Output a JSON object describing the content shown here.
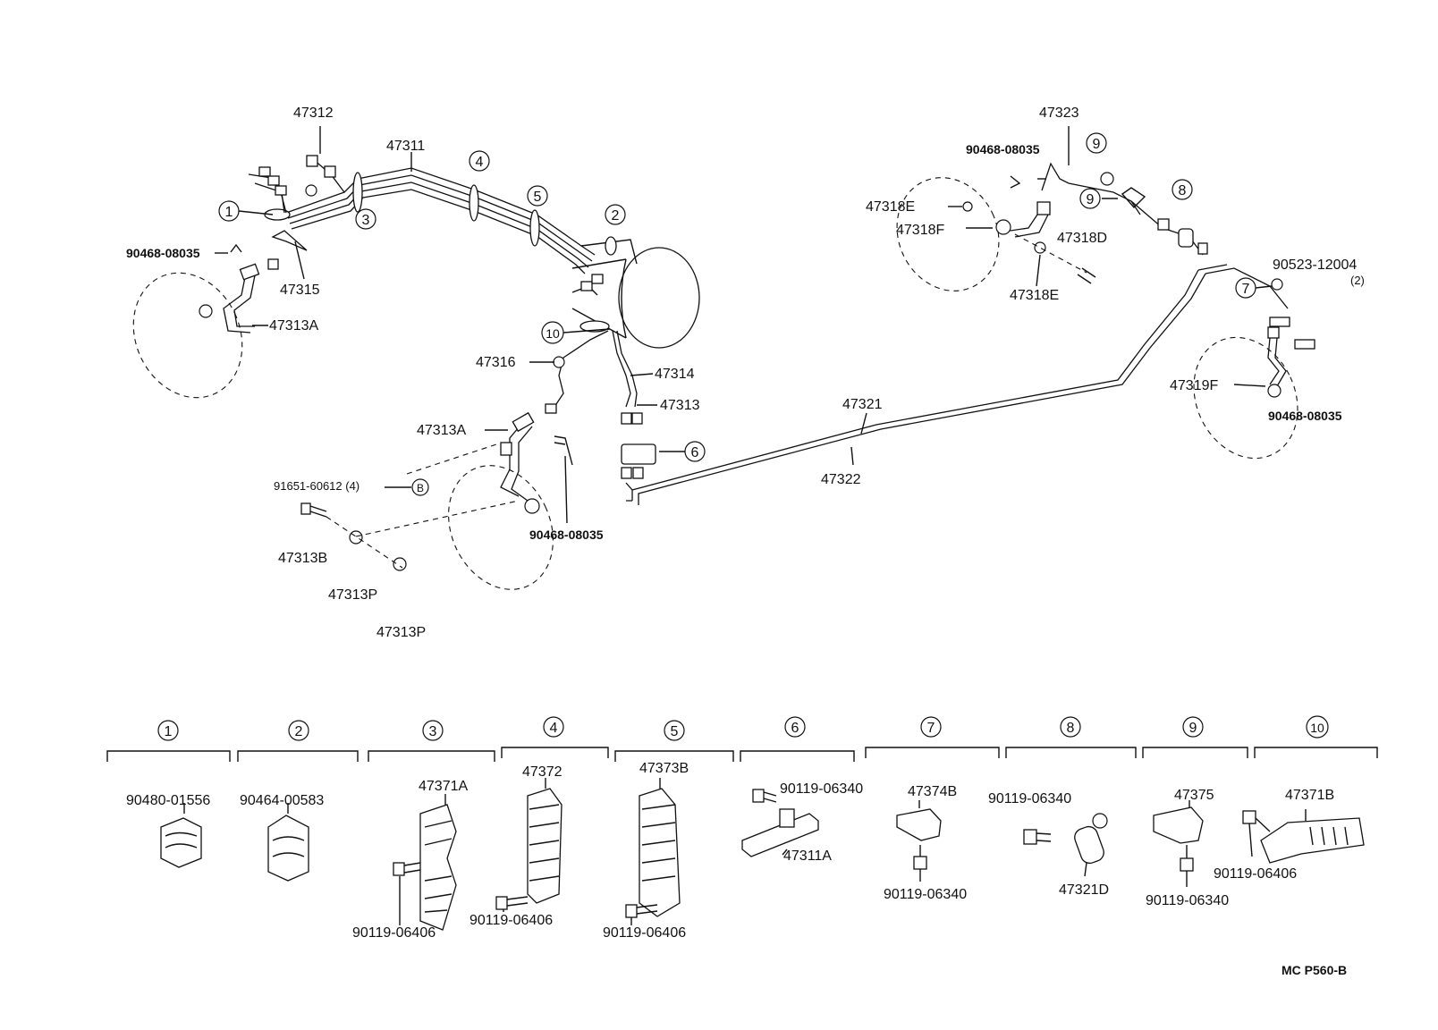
{
  "parts": {
    "p47312": "47312",
    "p47311": "47311",
    "p90468_08035_a": "90468-08035",
    "p47315": "47315",
    "p47313A_a": "47313A",
    "p47316": "47316",
    "p47314": "47314",
    "p47313": "47313",
    "p47313A_b": "47313A",
    "p91651": "91651-60612 (4)",
    "p47313B": "47313B",
    "p47313P_a": "47313P",
    "p47313P_b": "47313P",
    "p90468_08035_b": "90468-08035",
    "p47321": "47321",
    "p47322": "47322",
    "p47323": "47323",
    "p90468_08035_c": "90468-08035",
    "p47318E_a": "47318E",
    "p47318F": "47318F",
    "p47318D": "47318D",
    "p47318E_b": "47318E",
    "p90523": "90523-12004",
    "p90523_qty": "(2)",
    "p47319F": "47319F",
    "p90468_08035_d": "90468-08035"
  },
  "callouts": {
    "c1": "1",
    "c2": "2",
    "c3": "3",
    "c4": "4",
    "c5": "5",
    "c6": "6",
    "c7": "7",
    "c8": "8",
    "c9a": "9",
    "c9b": "9",
    "c10": "10",
    "cB": "B"
  },
  "detail": {
    "headers": [
      "1",
      "2",
      "3",
      "4",
      "5",
      "6",
      "7",
      "8",
      "9",
      "10"
    ],
    "d1": "90480-01556",
    "d2": "90464-00583",
    "d3a": "47371A",
    "d3b": "90119-06406",
    "d4a": "47372",
    "d4b": "90119-06406",
    "d5a": "47373B",
    "d5b": "90119-06406",
    "d6a": "90119-06340",
    "d6b": "47311A",
    "d7a": "47374B",
    "d7b": "90119-06340",
    "d8a": "90119-06340",
    "d8b": "47321D",
    "d9a": "47375",
    "d9b": "90119-06340",
    "d10a": "47371B",
    "d10b": "90119-06406"
  },
  "footer": "MC  P560-B"
}
